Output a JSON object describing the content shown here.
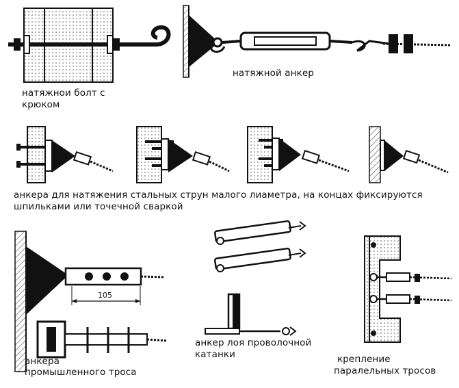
{
  "labels": {
    "hook_bolt_line1": "натяжнои болт с",
    "hook_bolt_line2": "крюком",
    "tension_anchor": "натяжной анкер",
    "string_anchors_line1": "анкера для натяжения стальных струн малого лиаметра, на концах фиксируются",
    "string_anchors_line2": "шпильками или точечной сваркой",
    "wire_anchor_line1": "анкер лоя проволочной",
    "wire_anchor_line2": "катанки",
    "industrial_line1": "анкера",
    "industrial_line2": "промышленного троса",
    "parallel_line1": "крепление",
    "parallel_line2": "паралельных тросов",
    "dimension_105": "105"
  },
  "colors": {
    "ink": "#111111",
    "hatch": "#555555",
    "paper": "#ffffff"
  }
}
